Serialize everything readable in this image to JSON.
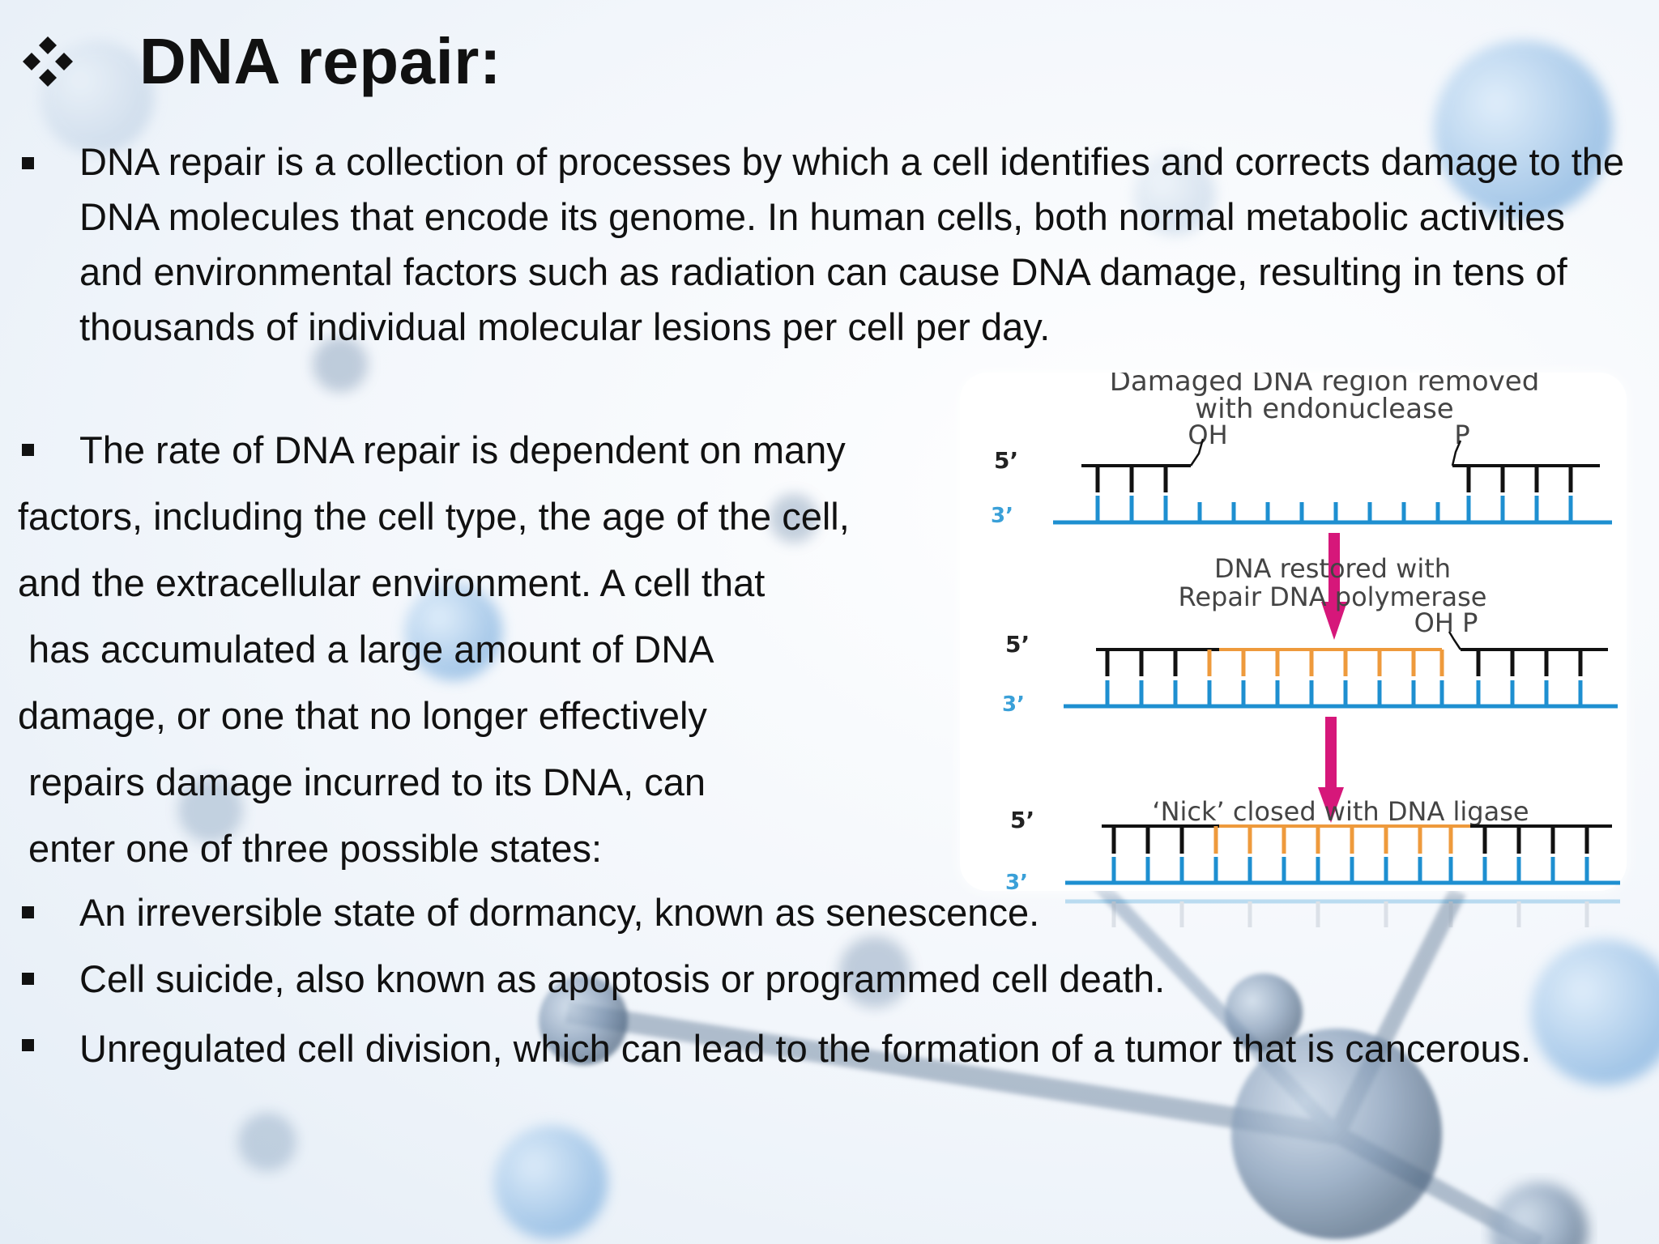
{
  "slide": {
    "title": "DNA repair:",
    "bullet_1_text": "DNA repair is a collection of processes by which a cell identifies and corrects damage to the DNA molecules that encode its genome. In human cells, both normal metabolic activities and environmental factors such as radiation can cause DNA damage, resulting in tens of thousands of individual molecular lesions per cell per day.",
    "bullet_2_line_1": "The rate of DNA repair is dependent on many",
    "para_lines": [
      "factors, including the cell type, the age of the cell,",
      "and the extracellular environment. A cell that",
      " has accumulated a large amount of DNA",
      "damage, or one that no longer effectively",
      " repairs damage incurred to its DNA, can",
      " enter one of three possible states:"
    ],
    "states": [
      "An irreversible state of dormancy, known as senescence.",
      "Cell suicide, also known as apoptosis or programmed cell death.",
      "Unregulated cell division, which can lead to the formation of a tumor that is cancerous."
    ]
  },
  "diagram": {
    "step_1_line_1": "Damaged DNA region removed",
    "step_1_line_2": "with endonuclease",
    "label_oh": "OH",
    "label_p": "P",
    "label_oh_p": "OH P",
    "step_2_line_1": "DNA restored with",
    "step_2_line_2": "Repair DNA polymerase",
    "step_3": "‘Nick’ closed with DNA ligase",
    "label_5prime": "5’",
    "label_3prime": "3’",
    "colors": {
      "template_strand": "#1e8fd0",
      "new_strand": "#ee9a3c",
      "arrow": "#d6177a",
      "old_strand": "#111111"
    }
  }
}
